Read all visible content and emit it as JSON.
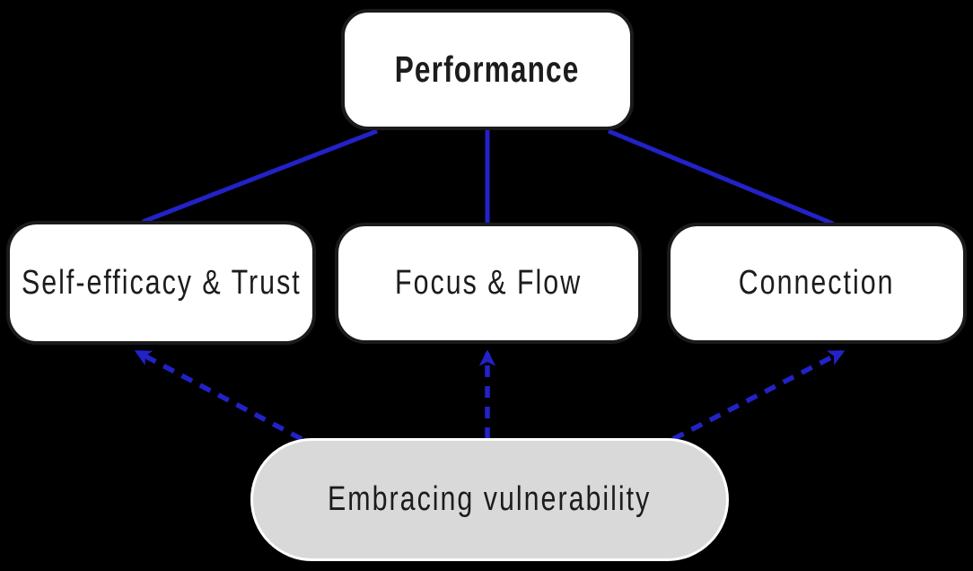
{
  "diagram": {
    "nodes": {
      "performance": {
        "label": "Performance",
        "shape": "rounded-rect",
        "fill": "#ffffff"
      },
      "self_efficacy_trust": {
        "label": "Self-efficacy & Trust",
        "shape": "rounded-rect",
        "fill": "#ffffff"
      },
      "focus_flow": {
        "label": "Focus & Flow",
        "shape": "rounded-rect",
        "fill": "#ffffff"
      },
      "connection": {
        "label": "Connection",
        "shape": "rounded-rect",
        "fill": "#ffffff"
      },
      "embracing_vulnerability": {
        "label": "Embracing vulnerability",
        "shape": "pill",
        "fill": "#d9d9d9"
      }
    },
    "edges": [
      {
        "from": "self_efficacy_trust",
        "to": "performance",
        "style": "solid-line",
        "color": "#2222c8"
      },
      {
        "from": "focus_flow",
        "to": "performance",
        "style": "solid-line",
        "color": "#2222c8"
      },
      {
        "from": "connection",
        "to": "performance",
        "style": "solid-line",
        "color": "#2222c8"
      },
      {
        "from": "embracing_vulnerability",
        "to": "self_efficacy_trust",
        "style": "dashed-arrow",
        "color": "#2222c8"
      },
      {
        "from": "embracing_vulnerability",
        "to": "focus_flow",
        "style": "dashed-arrow",
        "color": "#2222c8"
      },
      {
        "from": "embracing_vulnerability",
        "to": "connection",
        "style": "dashed-arrow",
        "color": "#2222c8"
      }
    ],
    "colors": {
      "background": "#000000",
      "node_fill": "#ffffff",
      "node_border": "#1b1b1b",
      "vulnerability_fill": "#d9d9d9",
      "vulnerability_border": "#ffffff",
      "edge_blue": "#2222c8",
      "text": "#1c1c1c"
    }
  }
}
